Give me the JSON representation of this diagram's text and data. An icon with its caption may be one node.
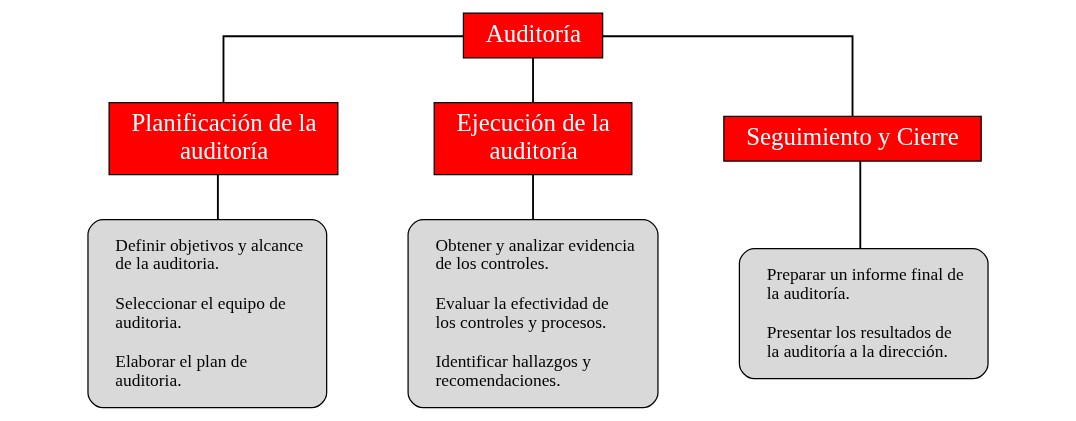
{
  "diagram": {
    "nodes": [
      {
        "text": [
          "Auditoría"
        ]
      },
      {
        "text": [
          "Planificación de la auditoría"
        ]
      },
      {
        "text": [
          "Ejecución de la auditoría"
        ]
      },
      {
        "text": [
          "Seguimiento y Cierre"
        ]
      },
      {
        "text": [
          "Definir objetivos y alcance de la auditoria.",
          "Seleccionar el equipo de auditoria.",
          "Elaborar el plan de auditoria."
        ]
      },
      {
        "text": [
          "Obtener y analizar evidencia de los controles.",
          "Evaluar la efectividad de los controles y procesos.",
          "Identificar hallazgos y recomendaciones."
        ]
      },
      {
        "text": [
          "Preparar un informe final de la auditoría.",
          "Presentar los resultados de la auditoría a la dirección."
        ]
      }
    ],
    "edges": [
      {
        "from": 0,
        "to": 1,
        "arrow": "none"
      },
      {
        "from": 0,
        "to": 2,
        "arrow": "none"
      },
      {
        "from": 0,
        "to": 3,
        "arrow": "none"
      },
      {
        "from": 1,
        "to": 4,
        "arrow": "none"
      },
      {
        "from": 2,
        "to": 5,
        "arrow": "none"
      },
      {
        "from": 3,
        "to": 6,
        "arrow": "none"
      }
    ]
  }
}
